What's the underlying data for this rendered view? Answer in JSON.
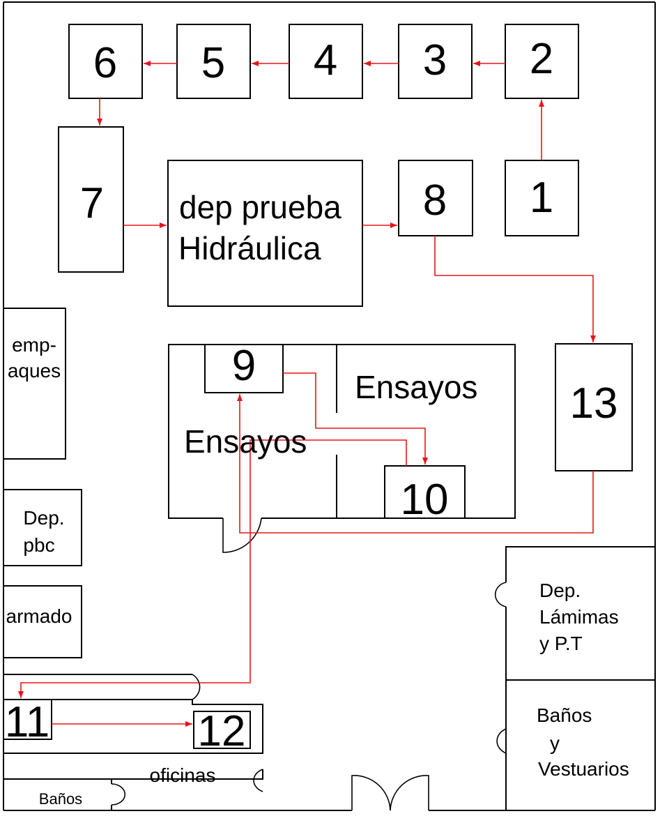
{
  "stations": {
    "s1": "1",
    "s2": "2",
    "s3": "3",
    "s4": "4",
    "s5": "5",
    "s6": "6",
    "s7": "7",
    "s8": "8",
    "s9": "9",
    "s10": "10",
    "s11": "11",
    "s12": "12",
    "s13": "13"
  },
  "areas": {
    "hydraulic_line1": "dep prueba",
    "hydraulic_line2": "Hidráulica",
    "ensayos_left": "Ensayos",
    "ensayos_right": "Ensayos",
    "empaques_line1": "emp-",
    "empaques_line2": "aques",
    "dep_pbc_line1": "Dep.",
    "dep_pbc_line2": "pbc",
    "armado": "armado",
    "laminas_line1": "Dep.",
    "laminas_line2": "Lámimas",
    "laminas_line3": "y P.T",
    "banos_vest_line1": "Baños",
    "banos_vest_line2": "y",
    "banos_vest_line3": "Vestuarios",
    "oficinas": "oficinas",
    "banos": "Baños"
  },
  "colors": {
    "flow": "#e8141c",
    "walls": "#000000",
    "background": "#ffffff"
  }
}
